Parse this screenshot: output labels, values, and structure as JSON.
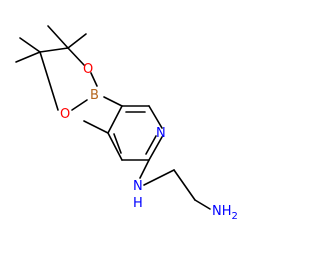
{
  "colors": {
    "background": "#ffffff",
    "bond": "#000000",
    "boron": "#b5651d",
    "oxygen": "#ff0000",
    "nitrogen": "#0000ff"
  },
  "atom_labels": {
    "boron": "B",
    "oxygen_top": "O",
    "oxygen_bottom": "O",
    "ring_nitrogen": "N",
    "amine_nh": "N",
    "amine_h": "H",
    "terminal_amine": "NH",
    "terminal_amine_sub": "2"
  }
}
